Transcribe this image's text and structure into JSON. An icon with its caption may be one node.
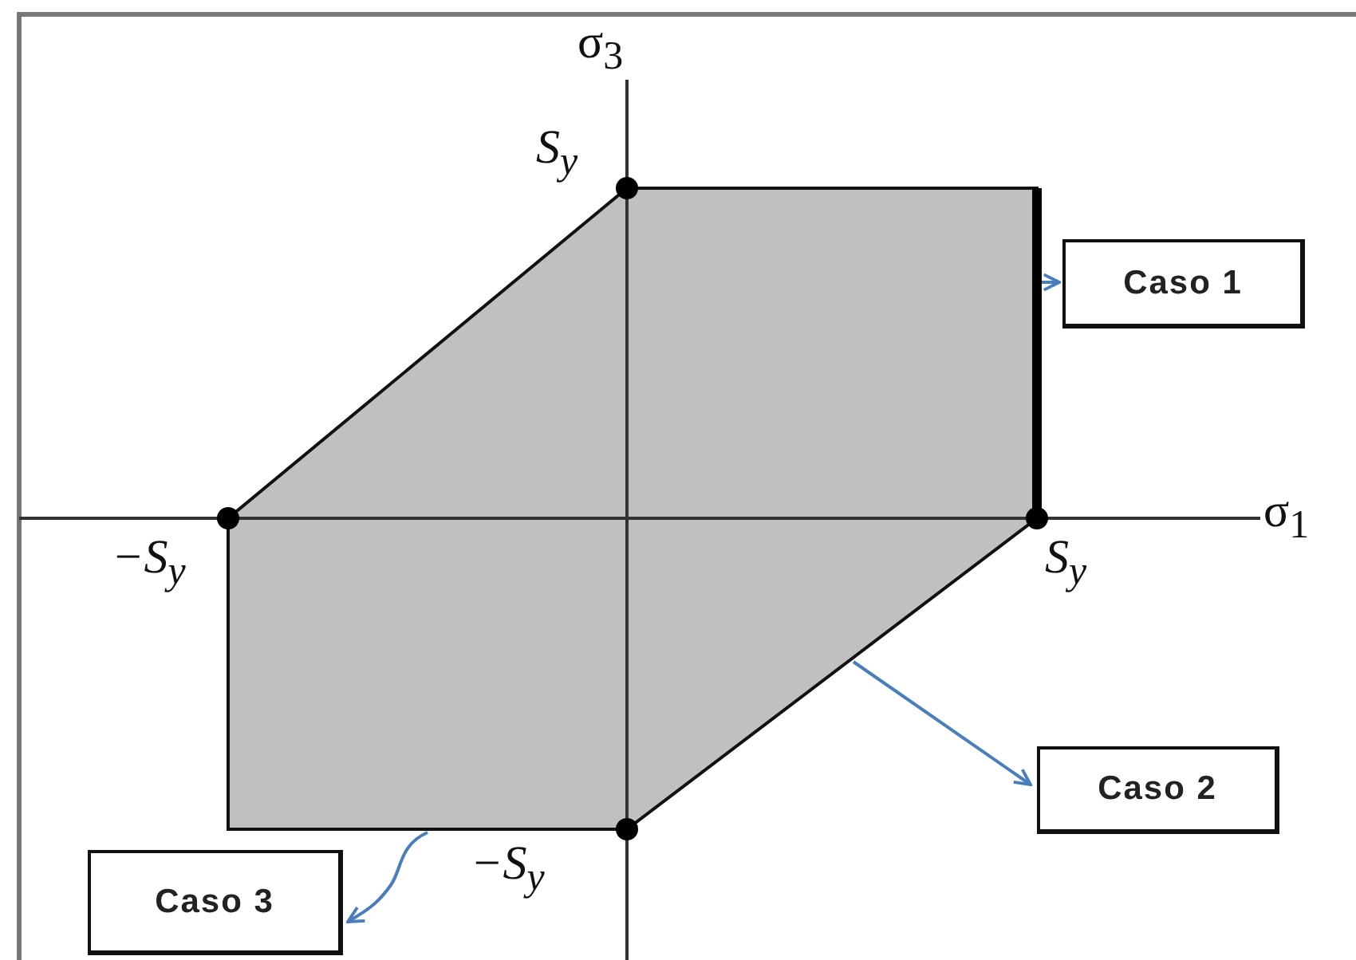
{
  "diagram": {
    "nodes": [
      {
        "text": [
          "Caso 1"
        ]
      },
      {
        "text": [
          "Caso 2"
        ]
      },
      {
        "text": [
          "Caso 3"
        ]
      }
    ],
    "edges": [
      {
        "from": null,
        "to": 0,
        "arrow": "to",
        "color": "#4a7ebb"
      },
      {
        "from": null,
        "to": 1,
        "arrow": "to",
        "color": "#4a7ebb"
      },
      {
        "from": null,
        "to": 2,
        "arrow": "to",
        "color": "#4a7ebb"
      }
    ],
    "labels": [
      "σ$_{3}$",
      "S$_{y}$",
      "−S$_{y}$",
      "σ$_{1}$",
      "S$_{y}$",
      "−S$_{y}$"
    ]
  }
}
